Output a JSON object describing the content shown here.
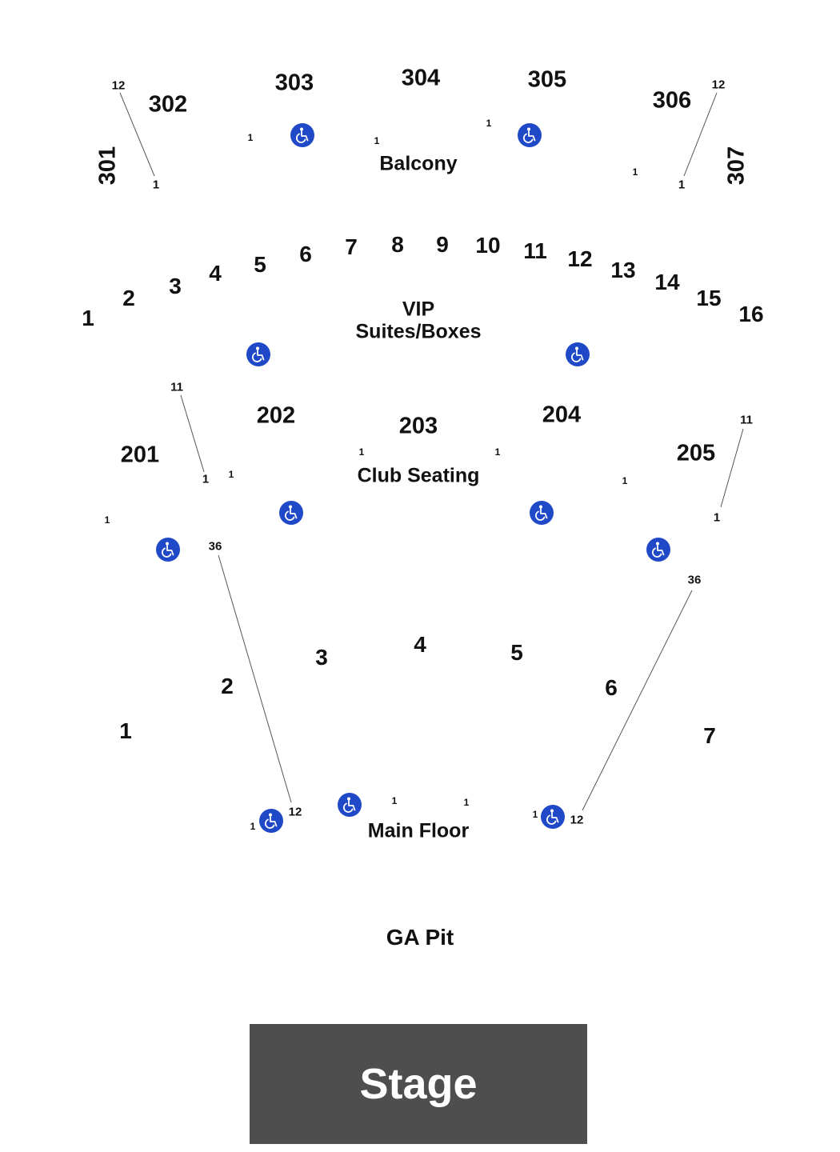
{
  "areas": {
    "balcony": "Balcony",
    "vip_line1": "VIP",
    "vip_line2": "Suites/Boxes",
    "club": "Club Seating",
    "main_floor": "Main Floor",
    "ga_pit": "GA Pit",
    "stage": "Stage"
  },
  "balcony_sections": [
    "301",
    "302",
    "303",
    "304",
    "305",
    "306",
    "307"
  ],
  "suites": [
    "1",
    "2",
    "3",
    "4",
    "5",
    "6",
    "7",
    "8",
    "9",
    "10",
    "11",
    "12",
    "13",
    "14",
    "15",
    "16"
  ],
  "club_sections": [
    "201",
    "202",
    "203",
    "204",
    "205"
  ],
  "floor_sections": [
    "1",
    "2",
    "3",
    "4",
    "5",
    "6",
    "7"
  ],
  "rows": {
    "r12_301": "12",
    "r1_301": "1",
    "r1_302": "1",
    "r1_303": "1",
    "r1_304": "1",
    "r1_305": "1",
    "r12_307": "12",
    "r1_307": "1",
    "r11_201": "11",
    "r1_201": "1",
    "r1_201b": "1",
    "r1_202": "1",
    "r1_203": "1",
    "r1_204": "1",
    "r11_205": "11",
    "r1_205": "1",
    "r36_2": "36",
    "r12_2": "12",
    "r1_2": "1",
    "r1_3": "1",
    "r1_4": "1",
    "r36_6": "36",
    "r12_6": "12",
    "r1_6": "1"
  },
  "icons": {
    "accessible": "wheelchair-icon"
  },
  "colors": {
    "accessible": "#1f49c7",
    "stage": "#4e4e4e",
    "line": "#555555"
  }
}
